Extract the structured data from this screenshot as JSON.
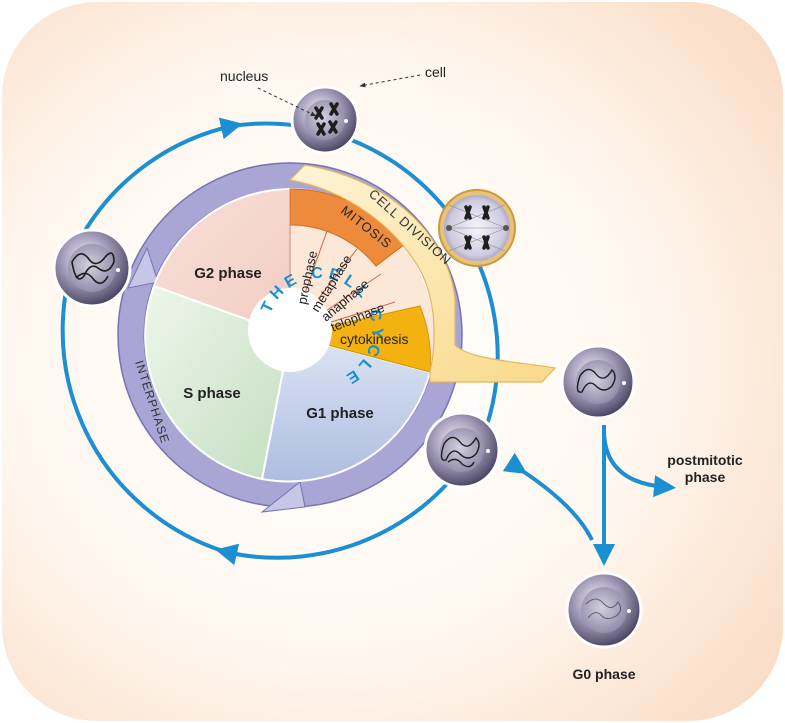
{
  "labels": {
    "nucleus": "nucleus",
    "cell": "cell",
    "cell_division": "CELL DIVISION",
    "mitosis": "MITOSIS",
    "interphase": "INTERPHASE",
    "the_cell_cycle": "THE CELL CYCLE",
    "postmitotic_line1": "postmitotic",
    "postmitotic_line2": "phase",
    "g0_phase": "G0 phase"
  },
  "phases": {
    "g2": "G2 phase",
    "s": "S phase",
    "g1": "G1 phase"
  },
  "mitosis_stages": [
    "prophase",
    "metaphase",
    "anaphase",
    "telophase"
  ],
  "cytokinesis": "cytokinesis",
  "colors": {
    "background": "#fbe2cf",
    "cycle_arrow": "#1b8fd2",
    "interphase_band": "#a7a5d4",
    "g2_sector": "#f6d7cf",
    "s_sector": "#d7ead3",
    "g1_sector": "#c9d3ea",
    "mitosis_band": "#ee8a3c",
    "mitosis_sector": "#fde8d7",
    "cytokinesis": "#f3b20f",
    "cell_division_arrow": "#fde9b3",
    "center_text": "#1b8fd2"
  }
}
